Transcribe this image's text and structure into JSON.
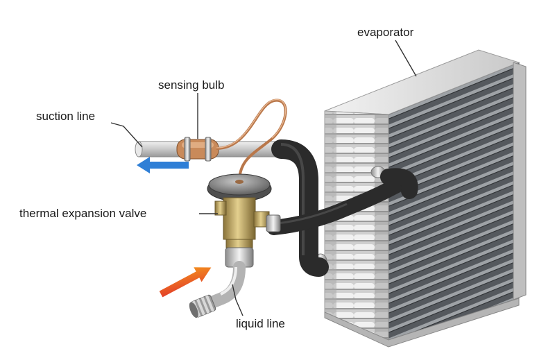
{
  "labels": {
    "evaporator": "evaporator",
    "sensing_bulb": "sensing bulb",
    "suction_line": "suction line",
    "thermal_expansion_valve": "thermal expansion valve",
    "liquid_line": "liquid line"
  },
  "colors": {
    "suction_arrow": "#2f7fd6",
    "liquid_arrow_start": "#e0302a",
    "liquid_arrow_end": "#f59a1e",
    "copper": "#c98a5a",
    "brass": "#b89b55",
    "coil_dark": "#5a5e63",
    "hose_black": "#2b2b2b"
  }
}
